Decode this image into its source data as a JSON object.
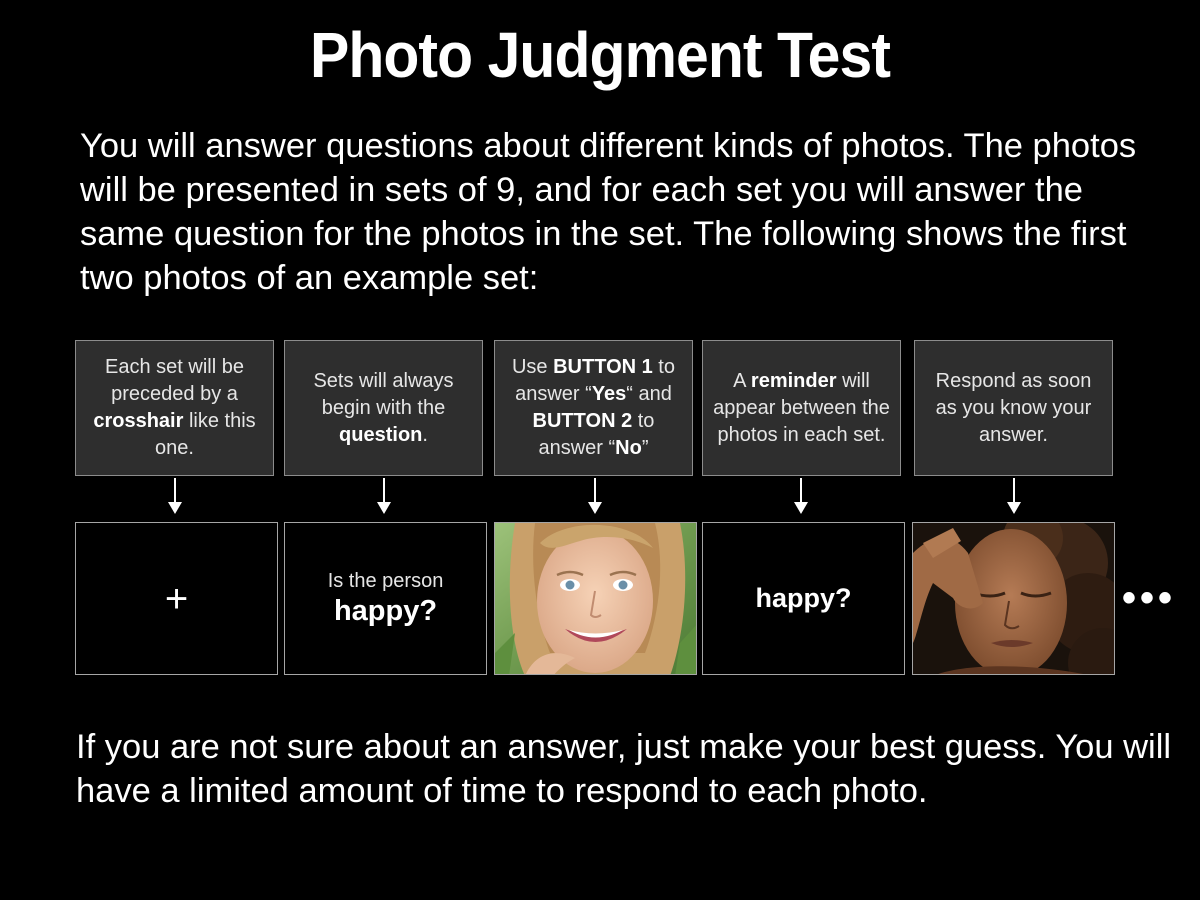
{
  "title": "Photo Judgment Test",
  "intro_text": "You will answer questions about different kinds of photos. The photos will be presented in sets of 9, and for each set you will answer the same question for the photos in the set. The following shows the first two photos of an example set:",
  "notes": [
    {
      "pre": "Each set will be preceded by a ",
      "bold": "crosshair",
      "post": " like this one."
    },
    {
      "pre": "Sets will always begin with the ",
      "bold": "question",
      "post": "."
    },
    {
      "p1": "Use ",
      "b1": "BUTTON 1",
      "p2": " to answer “",
      "b2": "Yes",
      "p3": "“ and ",
      "b3": "BUTTON 2",
      "p4": " to answer “",
      "b4": "No",
      "p5": "”"
    },
    {
      "pre": "A ",
      "bold": "reminder",
      "post": " will appear between the photos in each set."
    },
    {
      "text": "Respond as soon as you know your answer."
    }
  ],
  "frames": {
    "crosshair": "+",
    "question_small": "Is the person",
    "question_big": "happy?",
    "reminder": "happy?"
  },
  "photos": [
    "smiling-girl-photo",
    "distressed-woman-photo"
  ],
  "ellipsis": "•••",
  "outro_text": "If you are not sure about an answer, just make your best guess. You will have a limited amount of time to respond to each photo."
}
